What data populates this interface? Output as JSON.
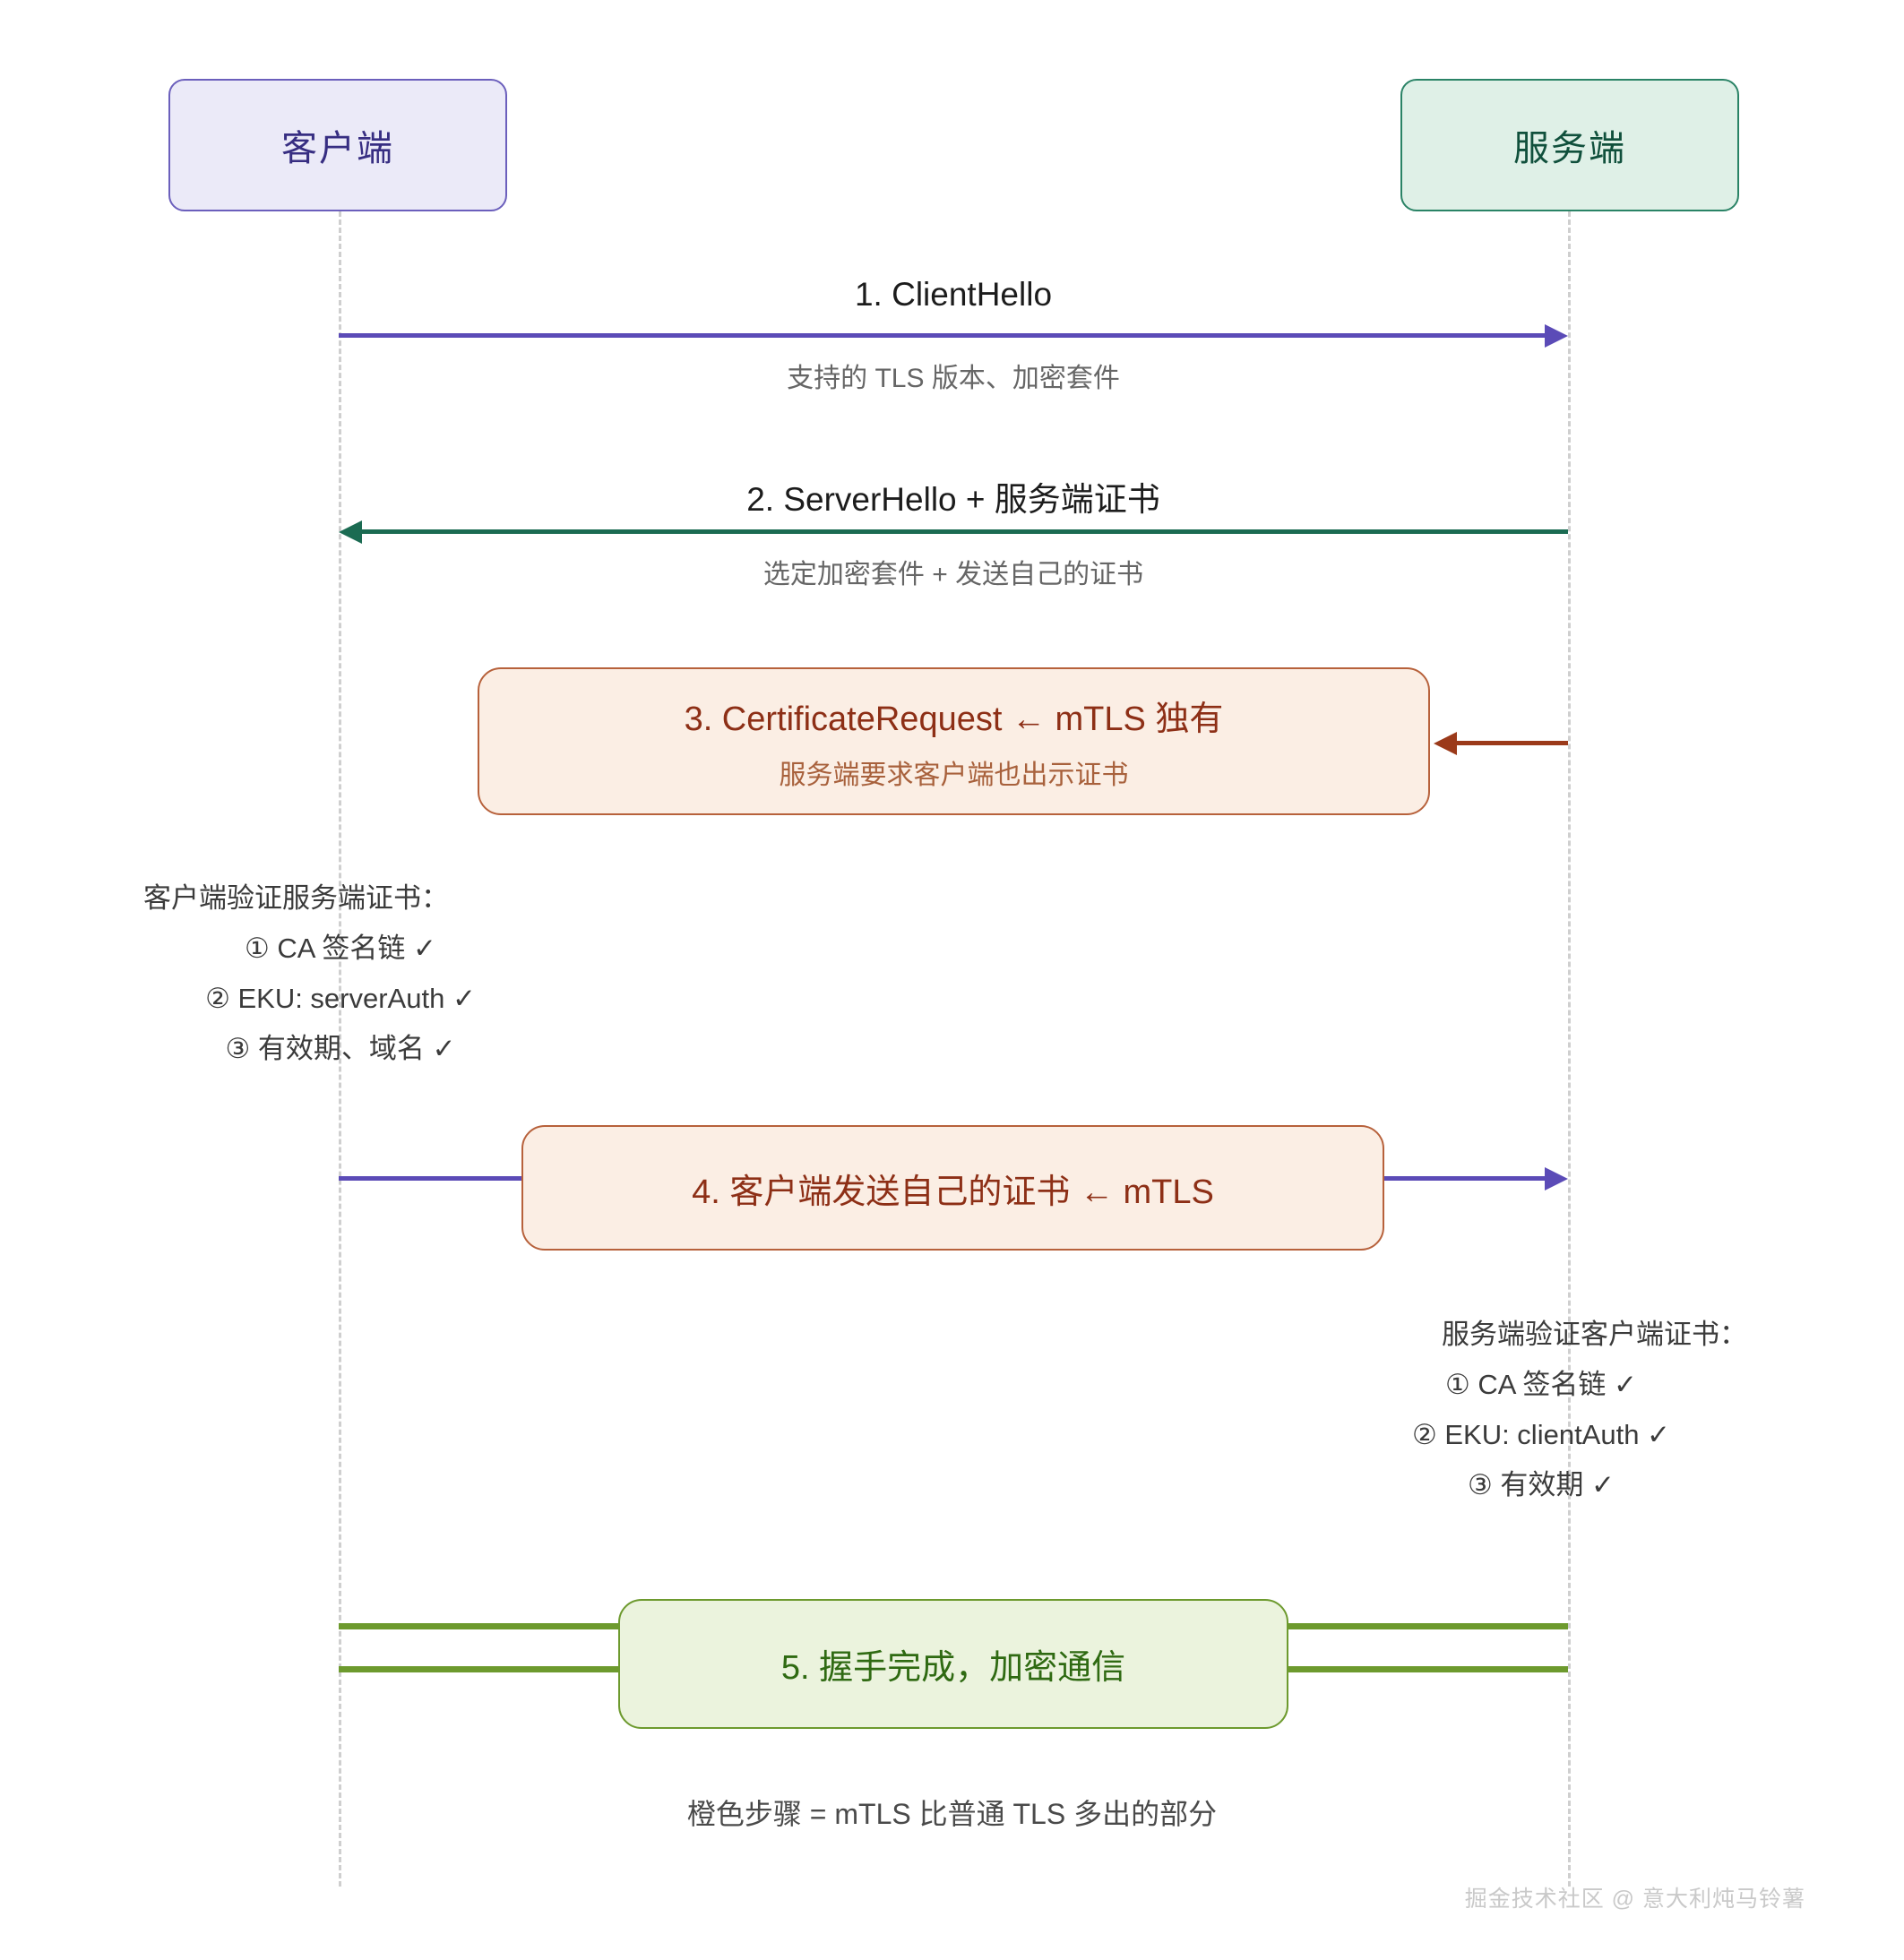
{
  "diagram": {
    "type": "sequence-diagram",
    "title_topic": "mTLS handshake",
    "participants": [
      {
        "id": "client",
        "label": "客户端",
        "fill": "#ebeaf8",
        "stroke": "#6b5fbc",
        "text": "#372e82"
      },
      {
        "id": "server",
        "label": "服务端",
        "fill": "#dff0e7",
        "stroke": "#2a8366",
        "text": "#10503c"
      }
    ],
    "steps": [
      {
        "n": 1,
        "title": "1. ClientHello",
        "subtitle": "支持的 TLS 版本、加密套件",
        "direction": "client-to-server",
        "color": "#5b4bb7",
        "kind": "arrow"
      },
      {
        "n": 2,
        "title": "2. ServerHello + 服务端证书",
        "subtitle": "选定加密套件 + 发送自己的证书",
        "direction": "server-to-client",
        "color": "#1b6b52",
        "kind": "arrow"
      },
      {
        "n": 3,
        "title": "3. CertificateRequest ← mTLS 独有",
        "subtitle": "服务端要求客户端也出示证书",
        "direction": "server-to-client",
        "color": "#9b3a1a",
        "kind": "note-arrow",
        "highlight": "mtls-only"
      },
      {
        "n": 4,
        "title": "4. 客户端发送自己的证书 ← mTLS",
        "subtitle": "",
        "direction": "client-to-server",
        "color": "#5b4bb7",
        "kind": "note-arrow",
        "highlight": "mtls-only"
      },
      {
        "n": 5,
        "title": "5. 握手完成，加密通信",
        "subtitle": "",
        "direction": "bidirectional",
        "color": "#6d9a2e",
        "kind": "note-double-line"
      }
    ],
    "verifications": [
      {
        "id": "client-verifies-server",
        "side": "left",
        "heading": "客户端验证服务端证书：",
        "items": [
          "① CA 签名链 ✓",
          "② EKU: serverAuth ✓",
          "③ 有效期、域名 ✓"
        ]
      },
      {
        "id": "server-verifies-client",
        "side": "right",
        "heading": "服务端验证客户端证书：",
        "items": [
          "① CA 签名链 ✓",
          "② EKU: clientAuth ✓",
          "③ 有效期 ✓"
        ]
      }
    ],
    "legend_note": "橙色步骤 = mTLS 比普通 TLS 多出的部分",
    "watermark": "掘金技术社区 @ 意大利炖马铃薯",
    "colors": {
      "purple_arrow": "#5b4bb7",
      "green_arrow": "#1b6b52",
      "brown_arrow": "#9b3a1a",
      "olive_line": "#6d9a2e",
      "orange_note_fill": "#fbeee4",
      "orange_note_stroke": "#b7613b",
      "green_note_fill": "#ebf3dd",
      "green_note_stroke": "#6d9a2e",
      "lifeline": "#cfcfcf",
      "background": "#ffffff"
    }
  }
}
